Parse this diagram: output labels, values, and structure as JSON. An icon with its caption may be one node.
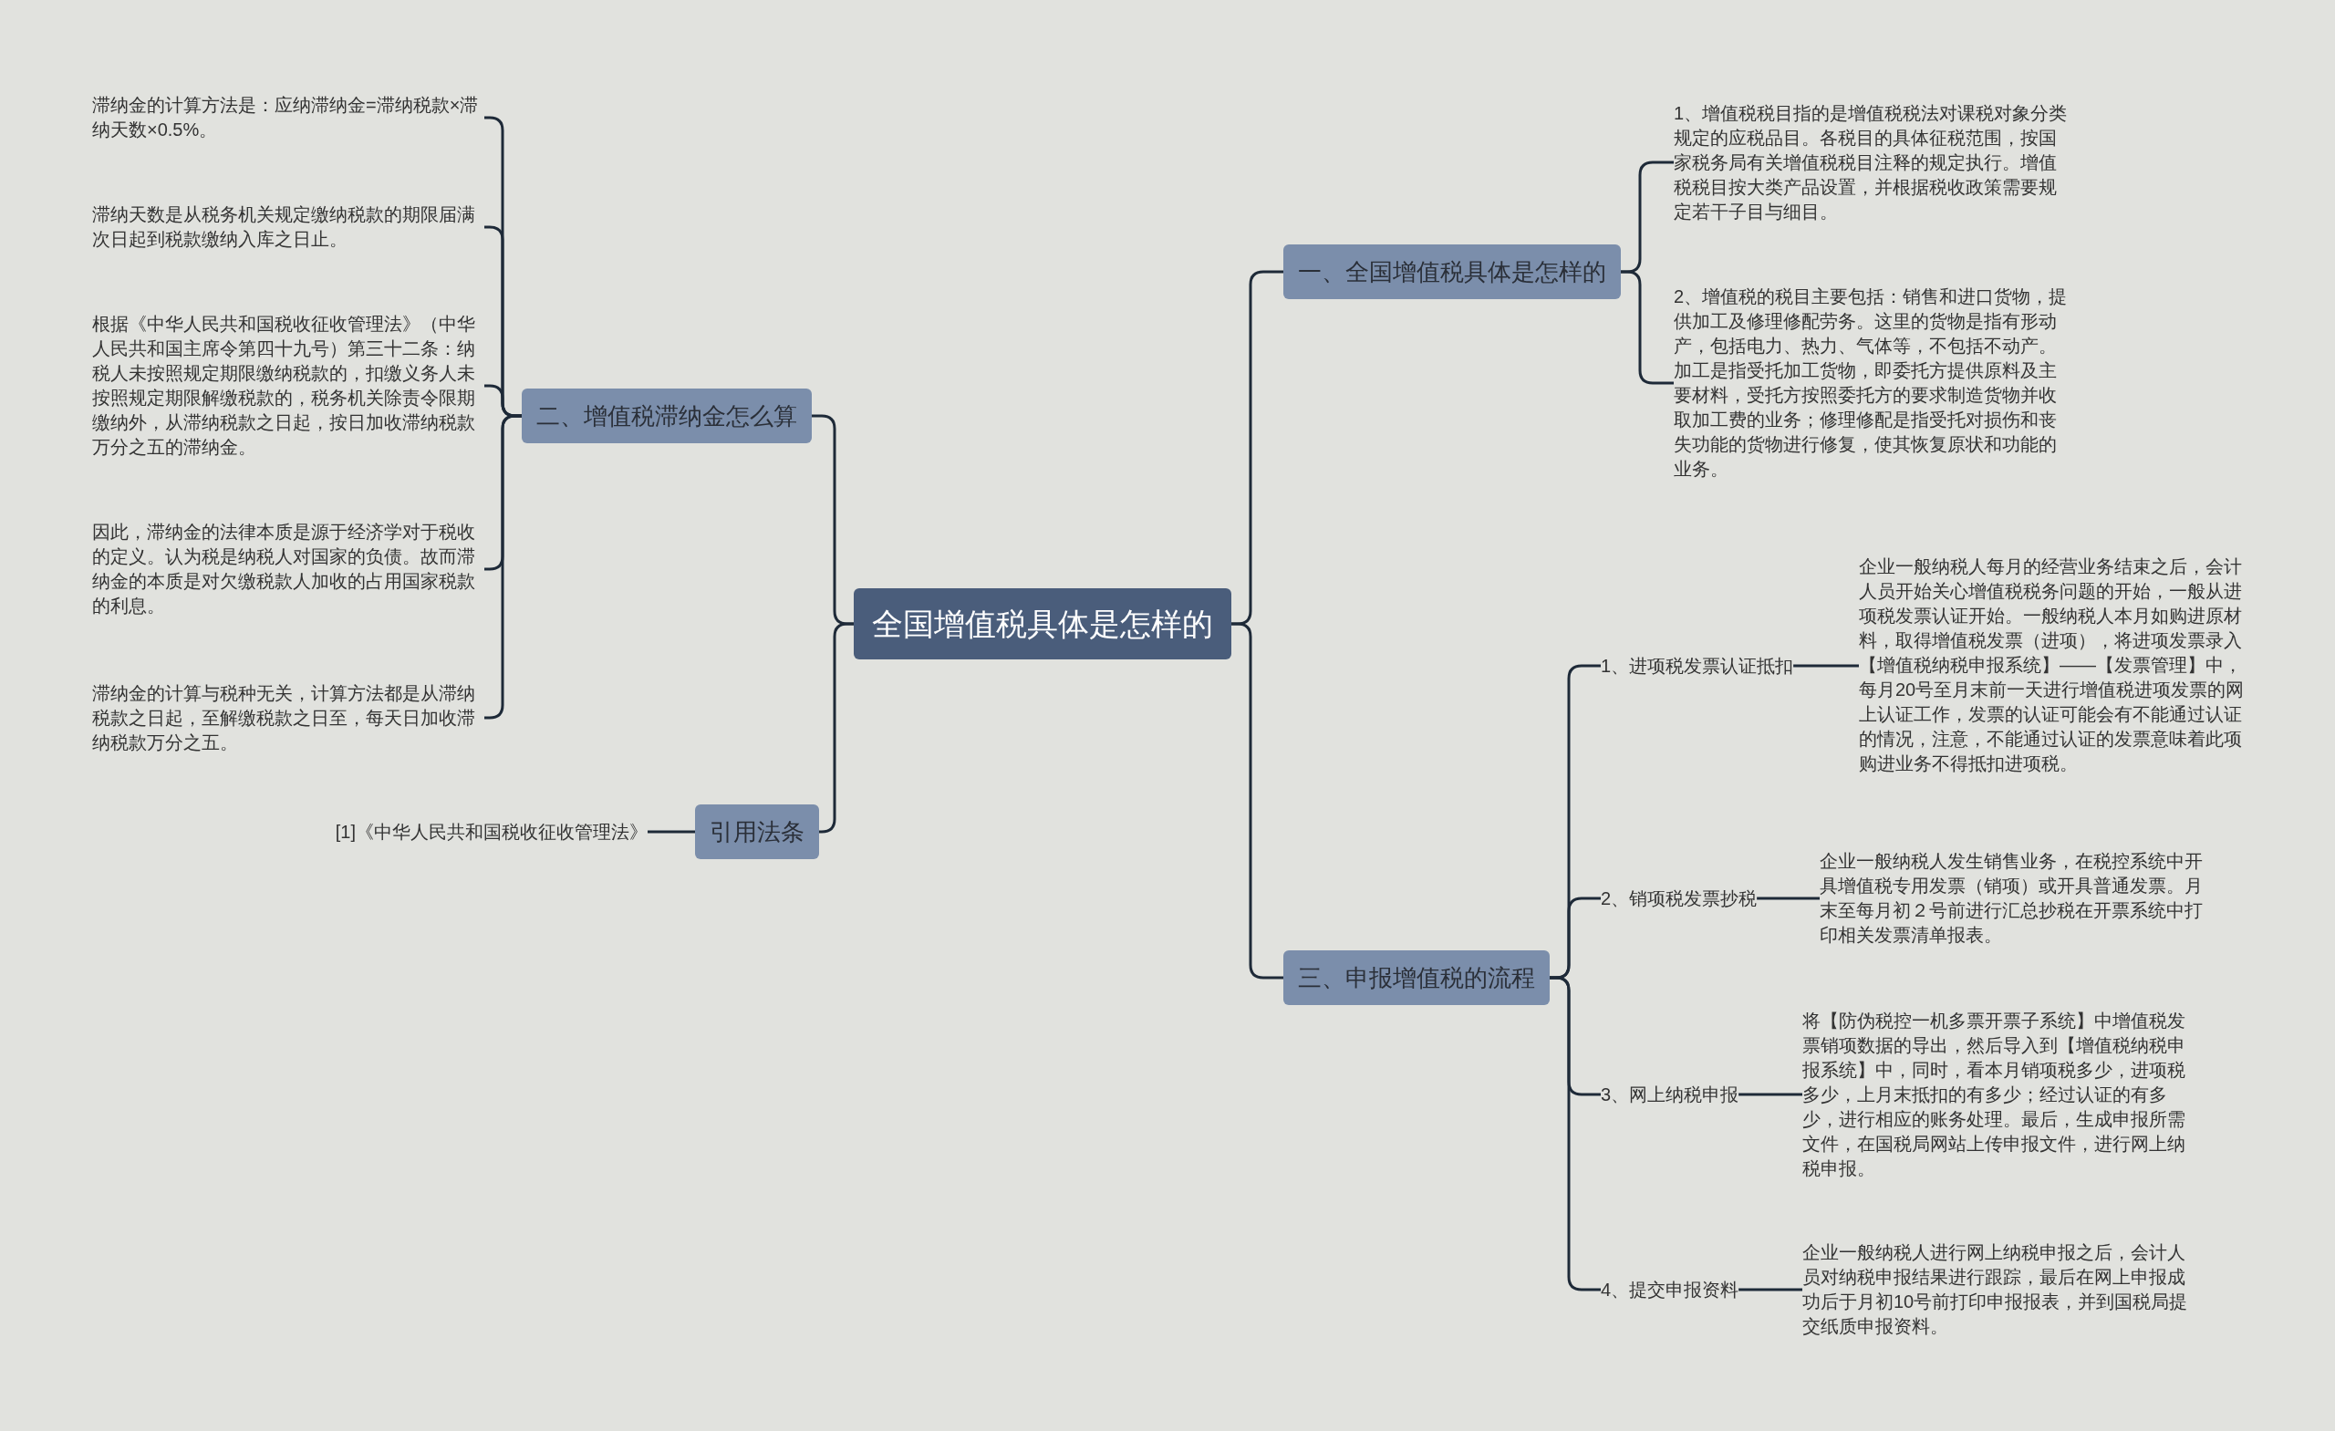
{
  "diagram": {
    "nodes": [
      {
        "text": [
          "全国增值税具体是怎样的"
        ]
      },
      {
        "text": [
          "二、增值税滞纳金怎么算"
        ]
      },
      {
        "text": [
          "滞纳金的计算方法是：应纳滞纳金=滞纳税款×滞纳天数×0.5%。"
        ]
      },
      {
        "text": [
          "滞纳天数是从税务机关规定缴纳税款的期限届满次日起到税款缴纳入库之日止。"
        ]
      },
      {
        "text": [
          "根据《中华人民共和国税收征收管理法》（中华人民共和国主席令第四十九号）第三十二条：纳税人未按照规定期限缴纳税款的，扣缴义务人未按照规定期限解缴税款的，税务机关除责令限期缴纳外，从滞纳税款之日起，按日加收滞纳税款万分之五的滞纳金。"
        ]
      },
      {
        "text": [
          "因此，滞纳金的法律本质是源于经济学对于税收的定义。认为税是纳税人对国家的负债。故而滞纳金的本质是对欠缴税款人加收的占用国家税款的利息。"
        ]
      },
      {
        "text": [
          "滞纳金的计算与税种无关，计算方法都是从滞纳税款之日起，至解缴税款之日至，每天日加收滞纳税款万分之五。"
        ]
      },
      {
        "text": [
          "引用法条"
        ]
      },
      {
        "text": [
          "[1]《中华人民共和国税收征收管理法》"
        ]
      },
      {
        "text": [
          "一、全国增值税具体是怎样的"
        ]
      },
      {
        "text": [
          "1、增值税税目指的是增值税税法对课税对象分类规定的应税品目。各税目的具体征税范围，按国家税务局有关增值税税目注释的规定执行。增值税税目按大类产品设置，并根据税收政策需要规定若干子目与细目。"
        ]
      },
      {
        "text": [
          "2、增值税的税目主要包括：销售和进口货物，提供加工及修理修配劳务。这里的货物是指有形动产，包括电力、热力、气体等，不包括不动产。加工是指受托加工货物，即委托方提供原料及主要材料，受托方按照委托方的要求制造货物并收取加工费的业务；修理修配是指受托对损伤和丧失功能的货物进行修复，使其恢复原状和功能的业务。"
        ]
      },
      {
        "text": [
          "三、申报增值税的流程"
        ]
      },
      {
        "text": [
          "1、进项税发票认证抵扣"
        ]
      },
      {
        "text": [
          "企业一般纳税人每月的经营业务结束之后，会计人员开始关心增值税税务问题的开始，一般从进项税发票认证开始。一般纳税人本月如购进原材料，取得增值税发票（进项），将进项发票录入【增值税纳税申报系统】——【发票管理】中，每月20号至月末前一天进行增值税进项发票的网上认证工作，发票的认证可能会有不能通过认证的情况，注意，不能通过认证的发票意味着此项购进业务不得抵扣进项税。"
        ]
      },
      {
        "text": [
          "2、销项税发票抄税"
        ]
      },
      {
        "text": [
          "企业一般纳税人发生销售业务，在税控系统中开具增值税专用发票（销项）或开具普通发票。月末至每月初２号前进行汇总抄税在开票系统中打印相关发票清单报表。"
        ]
      },
      {
        "text": [
          "3、网上纳税申报"
        ]
      },
      {
        "text": [
          "将【防伪税控一机多票开票子系统】中增值税发票销项数据的导出，然后导入到【增值税纳税申报系统】中，同时，看本月销项税多少，进项税多少，上月末抵扣的有多少；经过认证的有多少，进行相应的账务处理。最后，生成申报所需文件，在国税局网站上传申报文件，进行网上纳税申报。"
        ]
      },
      {
        "text": [
          "4、提交申报资料"
        ]
      },
      {
        "text": [
          "企业一般纳税人进行网上纳税申报之后，会计人员对纳税申报结果进行跟踪，最后在网上申报成功后于月初10号前打印申报报表，并到国税局提交纸质申报资料。"
        ]
      }
    ],
    "edges": [
      {
        "from": 0,
        "to": 1,
        "arrow": "none"
      },
      {
        "from": 1,
        "to": 2,
        "arrow": "none"
      },
      {
        "from": 1,
        "to": 3,
        "arrow": "none"
      },
      {
        "from": 1,
        "to": 4,
        "arrow": "none"
      },
      {
        "from": 1,
        "to": 5,
        "arrow": "none"
      },
      {
        "from": 1,
        "to": 6,
        "arrow": "none"
      },
      {
        "from": 0,
        "to": 7,
        "arrow": "none"
      },
      {
        "from": 7,
        "to": 8,
        "arrow": "none"
      },
      {
        "from": 0,
        "to": 9,
        "arrow": "none"
      },
      {
        "from": 9,
        "to": 10,
        "arrow": "none"
      },
      {
        "from": 9,
        "to": 11,
        "arrow": "none"
      },
      {
        "from": 0,
        "to": 12,
        "arrow": "none"
      },
      {
        "from": 12,
        "to": 13,
        "arrow": "none"
      },
      {
        "from": 13,
        "to": 14,
        "arrow": "none"
      },
      {
        "from": 12,
        "to": 15,
        "arrow": "none"
      },
      {
        "from": 15,
        "to": 16,
        "arrow": "none"
      },
      {
        "from": 12,
        "to": 17,
        "arrow": "none"
      },
      {
        "from": 17,
        "to": 18,
        "arrow": "none"
      },
      {
        "from": 12,
        "to": 19,
        "arrow": "none"
      },
      {
        "from": 19,
        "to": 20,
        "arrow": "none"
      }
    ]
  }
}
